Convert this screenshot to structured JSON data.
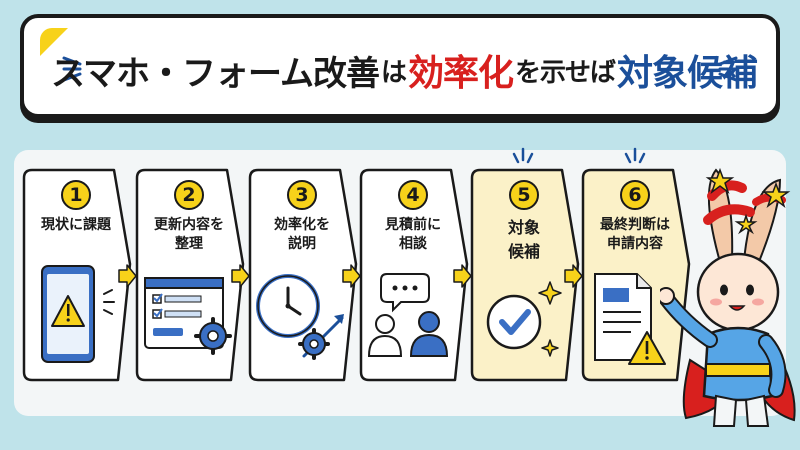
{
  "title": {
    "part1": "スマホ・フォーム改善",
    "part2": "は",
    "part3": "効率化",
    "part4": "を示せば",
    "part5": "対象候補"
  },
  "steps": [
    {
      "number": "1",
      "label": "現状に課題"
    },
    {
      "number": "2",
      "label": "更新内容を\n整理"
    },
    {
      "number": "3",
      "label": "効率化を\n説明"
    },
    {
      "number": "4",
      "label": "見積前に\n相談"
    },
    {
      "number": "5",
      "label": "対象\n候補"
    },
    {
      "number": "6",
      "label": "最終判断は\n申請内容"
    }
  ],
  "colors": {
    "accent_yellow": "#f7d21a",
    "title_red": "#d8201e",
    "title_blue": "#1b4f9a",
    "icon_blue": "#3a6fc4",
    "highlight_card": "#fbf1c8"
  }
}
